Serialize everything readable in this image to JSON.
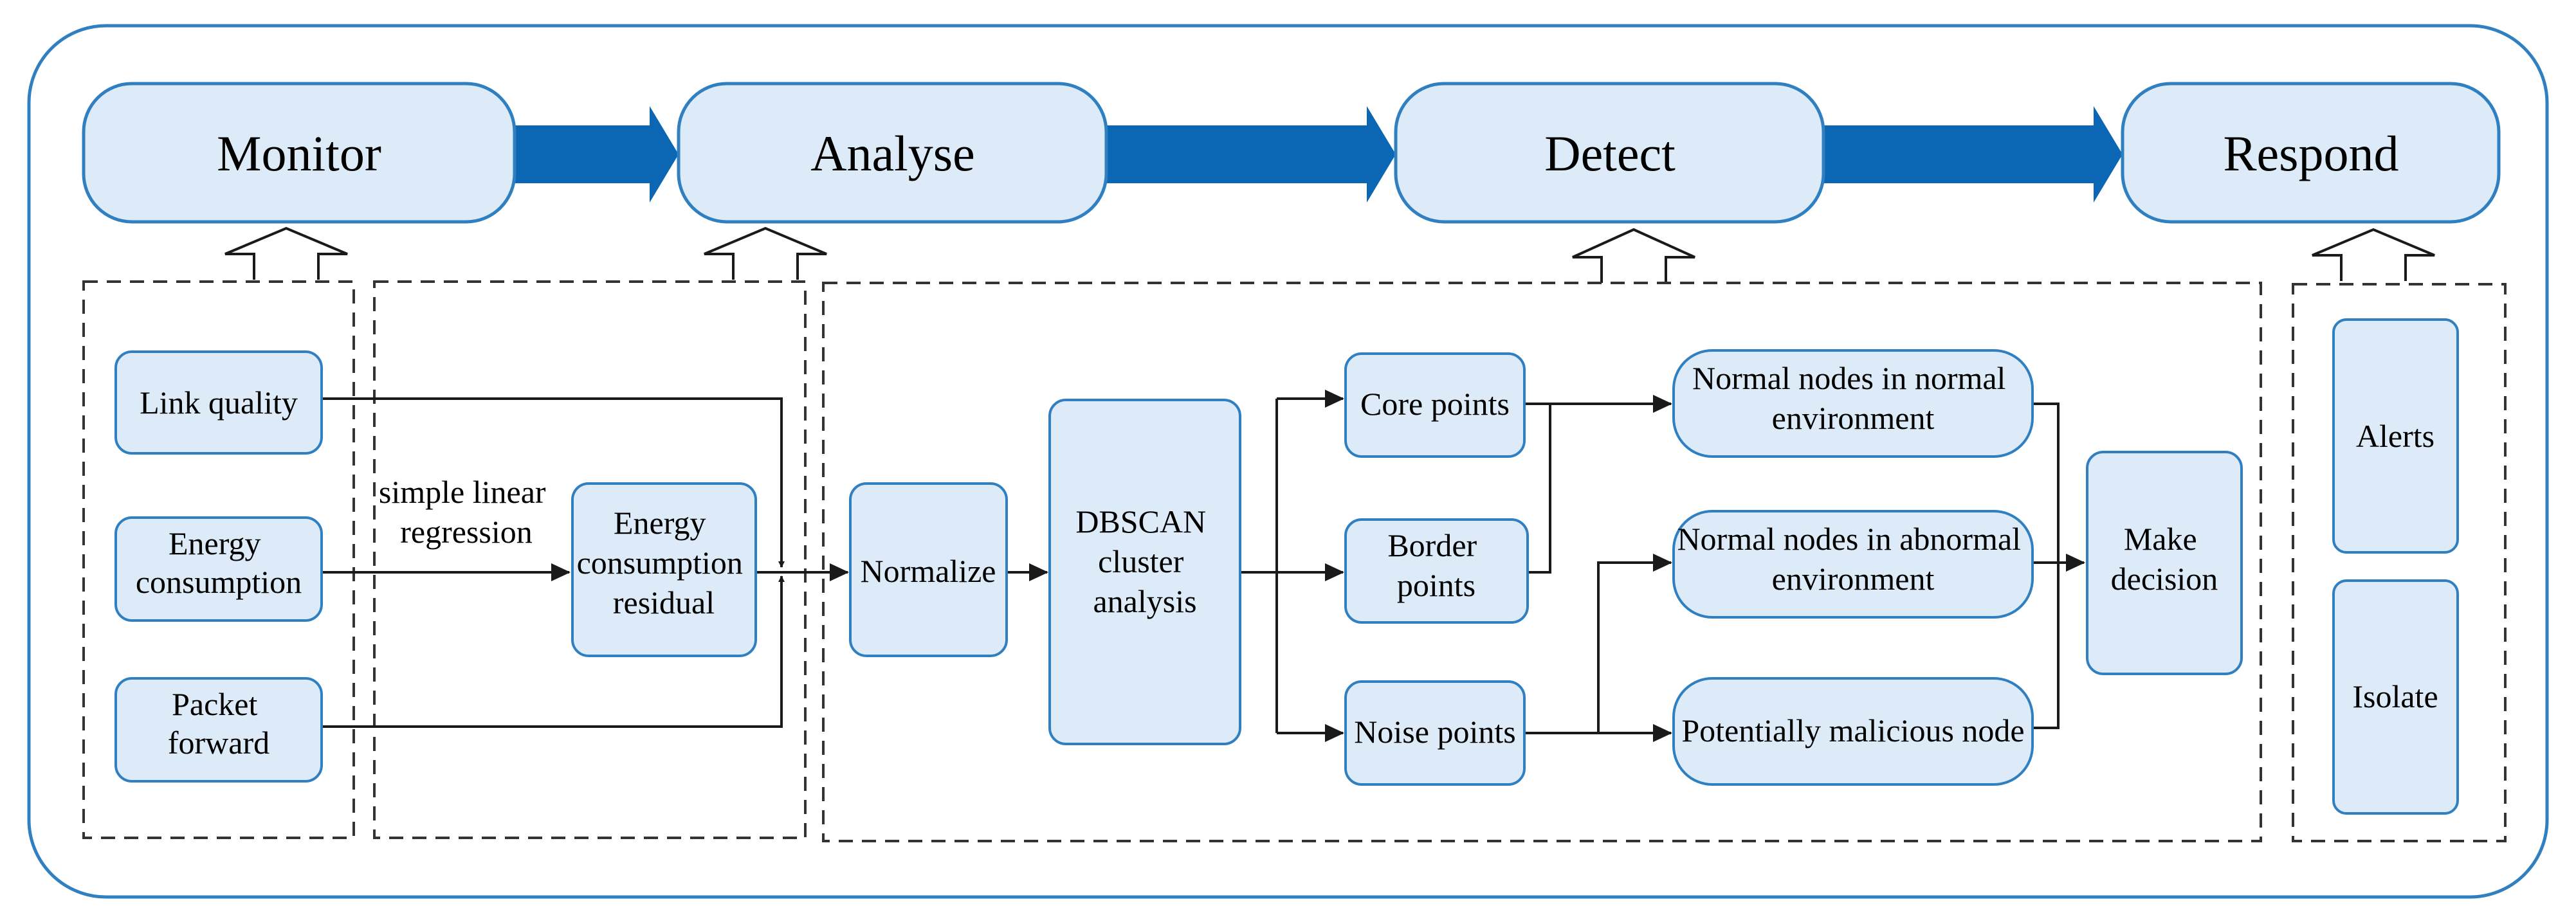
{
  "stages": [
    {
      "id": "monitor",
      "label": "Monitor"
    },
    {
      "id": "analyse",
      "label": "Analyse"
    },
    {
      "id": "detect",
      "label": "Detect"
    },
    {
      "id": "respond",
      "label": "Respond"
    }
  ],
  "monitor": {
    "inputs": [
      {
        "id": "link-quality",
        "lines": [
          "Link quality"
        ]
      },
      {
        "id": "energy-consumption",
        "lines": [
          "Energy",
          "consumption"
        ]
      },
      {
        "id": "packet-forward",
        "lines": [
          "Packet",
          "forward"
        ]
      }
    ]
  },
  "analyse": {
    "method_label": [
      "simple linear",
      "regression"
    ],
    "residual_box": [
      "Energy",
      "consumption",
      "residual"
    ]
  },
  "detect": {
    "normalize": [
      "Normalize"
    ],
    "dbscan": [
      "DBSCAN",
      "cluster",
      "analysis"
    ],
    "point_types": [
      {
        "id": "core",
        "lines": [
          "Core points"
        ]
      },
      {
        "id": "border",
        "lines": [
          "Border",
          "points"
        ]
      },
      {
        "id": "noise",
        "lines": [
          "Noise points"
        ]
      }
    ],
    "node_classes": [
      {
        "id": "normal-normal",
        "lines": [
          "Normal nodes in normal",
          "environment"
        ]
      },
      {
        "id": "normal-abnormal",
        "lines": [
          "Normal nodes in abnormal",
          "environment"
        ]
      },
      {
        "id": "malicious",
        "lines": [
          "Potentially malicious node"
        ]
      }
    ],
    "decision": [
      "Make",
      "decision"
    ]
  },
  "respond": {
    "actions": [
      {
        "id": "alerts",
        "lines": [
          "Alerts"
        ]
      },
      {
        "id": "isolate",
        "lines": [
          "Isolate"
        ]
      }
    ]
  },
  "colors": {
    "box_fill": "#dcebf7",
    "box_stroke": "#2f7fc1",
    "flow_arrow": "#0b66b3",
    "line": "#1a1a1a",
    "dashed": "#333333"
  }
}
